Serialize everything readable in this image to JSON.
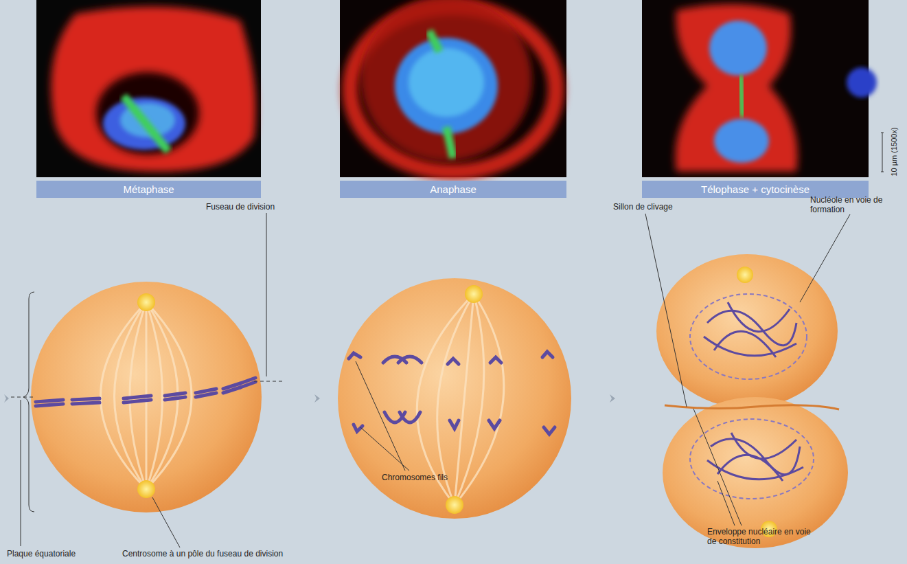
{
  "diagram": {
    "nodes": [
      {
        "text": [
          "Métaphase"
        ]
      },
      {
        "text": [
          "Anaphase"
        ]
      },
      {
        "text": [
          "Télophase + cytocinèse"
        ]
      }
    ],
    "labels": [
      "Fuseau de division",
      "Plaque équatoriale",
      "Centrosome à un pôle du fuseau de division",
      "Chromosomes fils",
      "Sillon de clivage",
      "Nucléole en voie de formation",
      "Enveloppe nucléaire en voie de constitution",
      "10 µm (1500x)"
    ]
  }
}
